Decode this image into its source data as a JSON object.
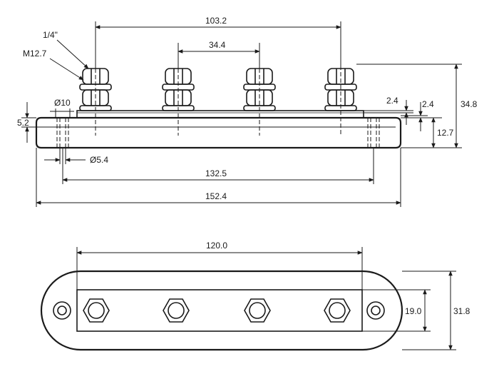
{
  "labels": {
    "dim_stud_spacing_outer": "103.2",
    "dim_stud_spacing_pair": "34.4",
    "dim_thread": "1/4\"",
    "dim_nut": "M12.7",
    "dim_boss_dia": "Ø10",
    "dim_base_step": "5.2",
    "dim_hole_dia": "Ø5.4",
    "dim_mount_spacing": "132.5",
    "dim_overall_length": "152.4",
    "dim_bar_thickness_a": "2.4",
    "dim_bar_thickness_b": "2.4",
    "dim_base_height": "12.7",
    "dim_total_height": "34.8",
    "dim_bar_length": "120.0",
    "dim_bar_width": "19.0",
    "dim_overall_width": "31.8"
  }
}
